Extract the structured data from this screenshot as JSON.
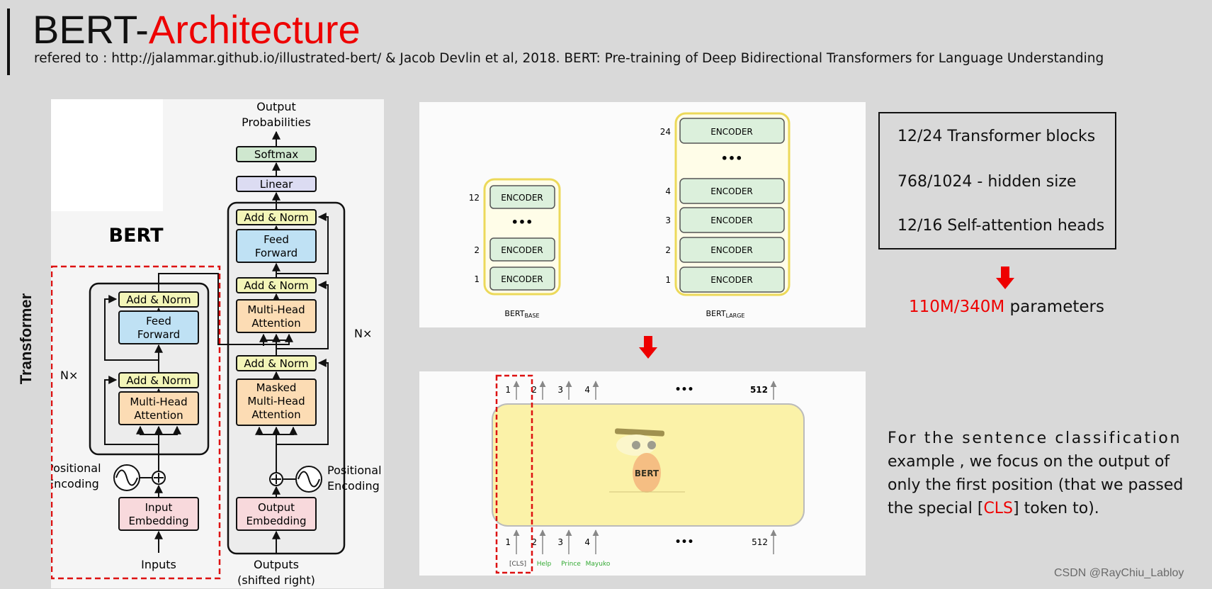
{
  "header": {
    "title_part1": "BERT-",
    "title_part2": "Architecture",
    "reference": "refered to : http://jalammar.github.io/illustrated-bert/ & Jacob Devlin et al, 2018. BERT: Pre-training of Deep Bidirectional Transformers for Language Understanding"
  },
  "side_label": "Transformer",
  "transformer": {
    "bert_label": "BERT",
    "output_label_1": "Output",
    "output_label_2": "Probabilities",
    "softmax": "Softmax",
    "linear": "Linear",
    "add_norm": "Add & Norm",
    "feed_forward_1": "Feed",
    "feed_forward_2": "Forward",
    "multi_head_1": "Multi-Head",
    "multi_head_2": "Attention",
    "masked": "Masked",
    "nx": "N×",
    "pos_enc_1": "Positional",
    "pos_enc_2": "Encoding",
    "input_emb_1": "Input",
    "input_emb_2": "Embedding",
    "output_emb_1": "Output",
    "output_emb_2": "Embedding",
    "inputs": "Inputs",
    "outputs_1": "Outputs",
    "outputs_2": "(shifted right)"
  },
  "bert_sizes": {
    "encoder_label": "ENCODER",
    "dots": "•••",
    "base_numbers": [
      "12",
      "2",
      "1"
    ],
    "large_numbers": [
      "24",
      "4",
      "3",
      "2",
      "1"
    ],
    "base_name": "BERT",
    "base_sub": "BASE",
    "large_name": "BERT",
    "large_sub": "LARGE"
  },
  "bert_io": {
    "top_positions": [
      "1",
      "2",
      "3",
      "4",
      "512"
    ],
    "bottom_positions": [
      "1",
      "2",
      "3",
      "4",
      "512"
    ],
    "dots": "•••",
    "model_label": "BERT",
    "tokens": [
      "[CLS]",
      "Help",
      "Prince",
      "Mayuko"
    ]
  },
  "info": {
    "line1": "12/24 Transformer blocks",
    "line2": "768/1024 - hidden size",
    "line3": "12/16 Self-attention heads"
  },
  "params": {
    "value": "110M/340M",
    "label": " parameters"
  },
  "description": {
    "line1": "For the sentence classification",
    "line2": "example , we focus on the output of",
    "line3": "only the first position (that we passed",
    "line4_pre": "the special [",
    "line4_red": "CLS",
    "line4_post": "] token to)."
  },
  "watermark": "CSDN @RayChiu_Labloy",
  "colors": {
    "accent_red": "#ee0000",
    "encoder_fill": "#dcf0dc",
    "encoder_outline": "#ecd95a",
    "add_norm_fill": "#f3f5b8",
    "feed_forward_fill": "#bfe1f4",
    "attention_fill": "#fcdcb4",
    "embedding_fill": "#f8d9dc",
    "softmax_fill": "#cfe7cf",
    "linear_fill": "#dcdcf2",
    "bert_body_fill": "#fbf2a8"
  }
}
